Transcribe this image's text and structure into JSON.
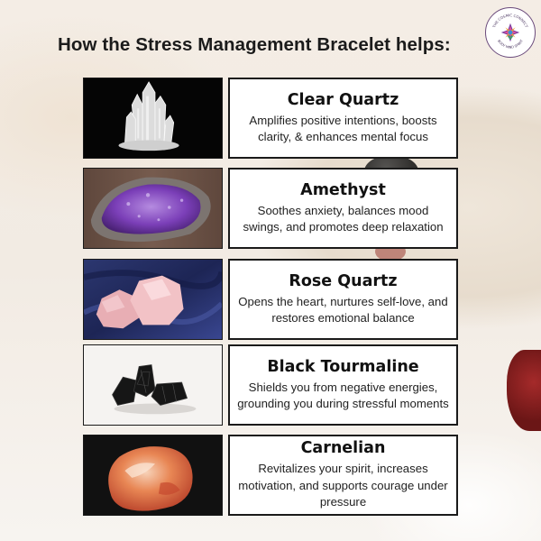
{
  "title": "How the Stress Management Bracelet helps:",
  "logo": {
    "icon": "lotus-star-logo-icon",
    "text_top": "THE COSMIC CONNECT",
    "text_bottom": "BODY MIND SPIRIT"
  },
  "crystals": [
    {
      "name": "Clear Quartz",
      "description": "Amplifies positive intentions, boosts clarity, & enhances mental focus",
      "image": "clear-quartz-cluster-image"
    },
    {
      "name": "Amethyst",
      "description": "Soothes anxiety, balances mood swings, and promotes deep relaxation",
      "image": "amethyst-geode-image"
    },
    {
      "name": "Rose Quartz",
      "description": "Opens the heart, nurtures self-love, and restores emotional balance",
      "image": "rose-quartz-chunks-image"
    },
    {
      "name": "Black Tourmaline",
      "description": "Shields you from negative energies, grounding you during stressful moments",
      "image": "black-tourmaline-pieces-image"
    },
    {
      "name": "Carnelian",
      "description": "Revitalizes your spirit, increases motivation, and supports courage under pressure",
      "image": "carnelian-stone-image"
    }
  ]
}
